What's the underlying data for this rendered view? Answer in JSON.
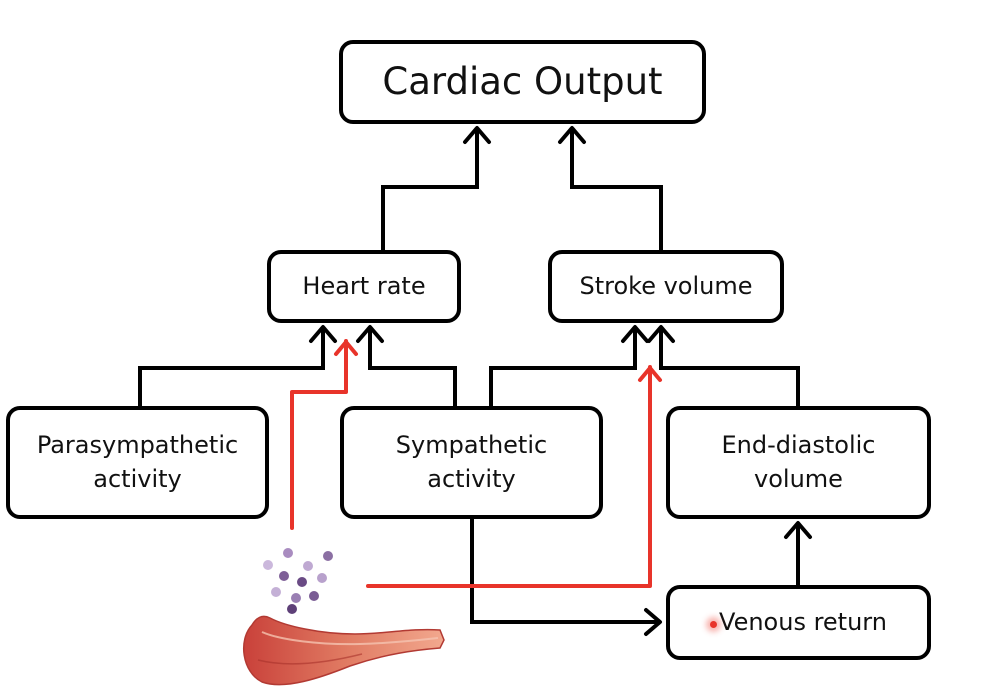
{
  "diagram": {
    "nodes": {
      "cardiac_output": "Cardiac Output",
      "heart_rate": "Heart rate",
      "stroke_volume": "Stroke volume",
      "parasympathetic": "Parasympathetic\nactivity",
      "sympathetic": "Sympathetic\nactivity",
      "end_diastolic": "End-diastolic\nvolume",
      "venous_return": "Venous return"
    },
    "colors": {
      "arrow": "#000000",
      "hormone_arrow": "#e8342a",
      "molecule": "#8b6fa3",
      "tissue": "#d9644f"
    },
    "icons": [
      "molecules-icon",
      "adrenal-tissue-icon"
    ]
  }
}
